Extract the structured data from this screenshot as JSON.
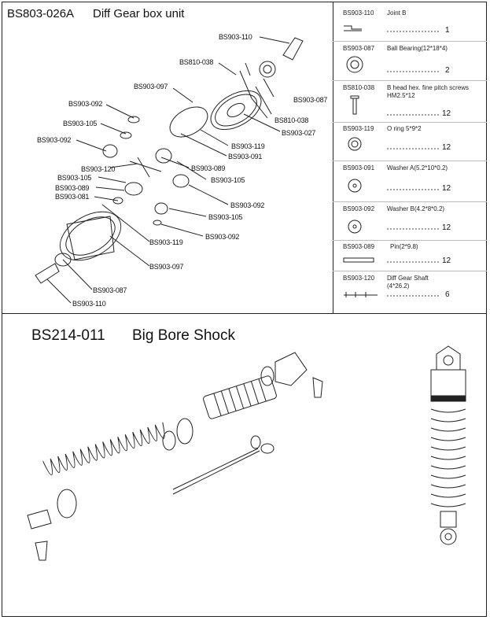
{
  "diff_section": {
    "code": "BS803-026A",
    "name": "Diff Gear box unit",
    "callouts": [
      "BS903-110",
      "BS810-038",
      "BS903-097",
      "BS903-087",
      "BS903-092",
      "BS810-038",
      "BS903-105",
      "BS903-027",
      "BS903-092",
      "BS903-119",
      "BS903-091",
      "BS903-120",
      "BS903-089",
      "BS903-105",
      "BS903-105",
      "BS903-089",
      "BS903-081",
      "BS903-092",
      "BS903-105",
      "BS903-092",
      "BS903-119",
      "BS903-097",
      "BS903-087",
      "BS903-110"
    ]
  },
  "parts_list": [
    {
      "code": "BS903-110",
      "desc": "Joint B",
      "qty": "1"
    },
    {
      "code": "BS903-087",
      "desc": "Ball Bearing(12*18*4)",
      "qty": "2"
    },
    {
      "code": "BS810-038",
      "desc": "B head hex. fine pitch screws HM2.5*12",
      "qty": "12"
    },
    {
      "code": "BS903-119",
      "desc": "O ring  5*9*2",
      "qty": "12"
    },
    {
      "code": "BS903-091",
      "desc": "Washer A(5.2*10*0.2)",
      "qty": "12"
    },
    {
      "code": "BS903-092",
      "desc": "Washer B(4.2*8*0.2)",
      "qty": "12"
    },
    {
      "code": "BS903-089",
      "desc": "Pin(2*9.8)",
      "qty": "12"
    },
    {
      "code": "BS903-120",
      "desc": "Diff Gear Shaft (4*26.2)",
      "qty": "6"
    }
  ],
  "shock_section": {
    "code": "BS214-011",
    "name": "Big Bore Shock"
  }
}
